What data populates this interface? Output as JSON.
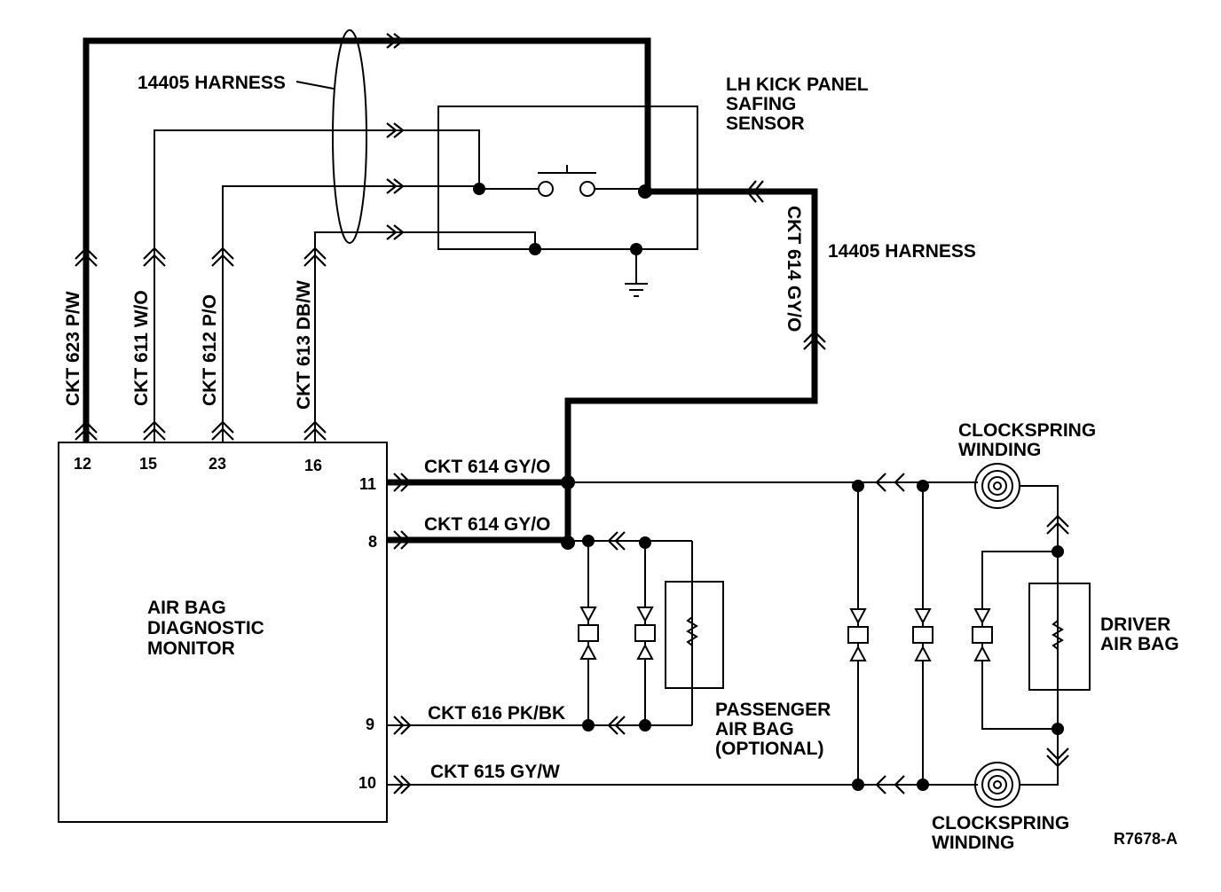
{
  "monitor": {
    "label_lines": [
      "AIR BAG",
      "DIAGNOSTIC",
      "MONITOR"
    ],
    "top_pins": [
      "12",
      "15",
      "23",
      "16"
    ],
    "right_pins": [
      "11",
      "8",
      "9",
      "10"
    ]
  },
  "harness": {
    "top_label": "14405 HARNESS",
    "right_label": "14405 HARNESS"
  },
  "safing_sensor": {
    "label_lines": [
      "LH KICK PANEL",
      "SAFING",
      "SENSOR"
    ]
  },
  "circuits": {
    "c623": "CKT 623 P/W",
    "c611": "CKT 611 W/O",
    "c612": "CKT 612 P/O",
    "c613": "CKT 613 DB/W",
    "c614_vertical": "CKT 614 GY/O",
    "c614_pin11": "CKT 614 GY/O",
    "c614_pin8": "CKT 614 GY/O",
    "c616": "CKT 616 PK/BK",
    "c615": "CKT 615 GY/W"
  },
  "passenger_air_bag": {
    "label_lines": [
      "PASSENGER",
      "AIR BAG",
      "(OPTIONAL)"
    ]
  },
  "driver_air_bag": {
    "label_lines": [
      "DRIVER",
      "AIR BAG"
    ]
  },
  "clockspring": {
    "top_label_lines": [
      "CLOCKSPRING",
      "WINDING"
    ],
    "bottom_label_lines": [
      "CLOCKSPRING",
      "WINDING"
    ]
  },
  "figure_id": "R7678-A"
}
